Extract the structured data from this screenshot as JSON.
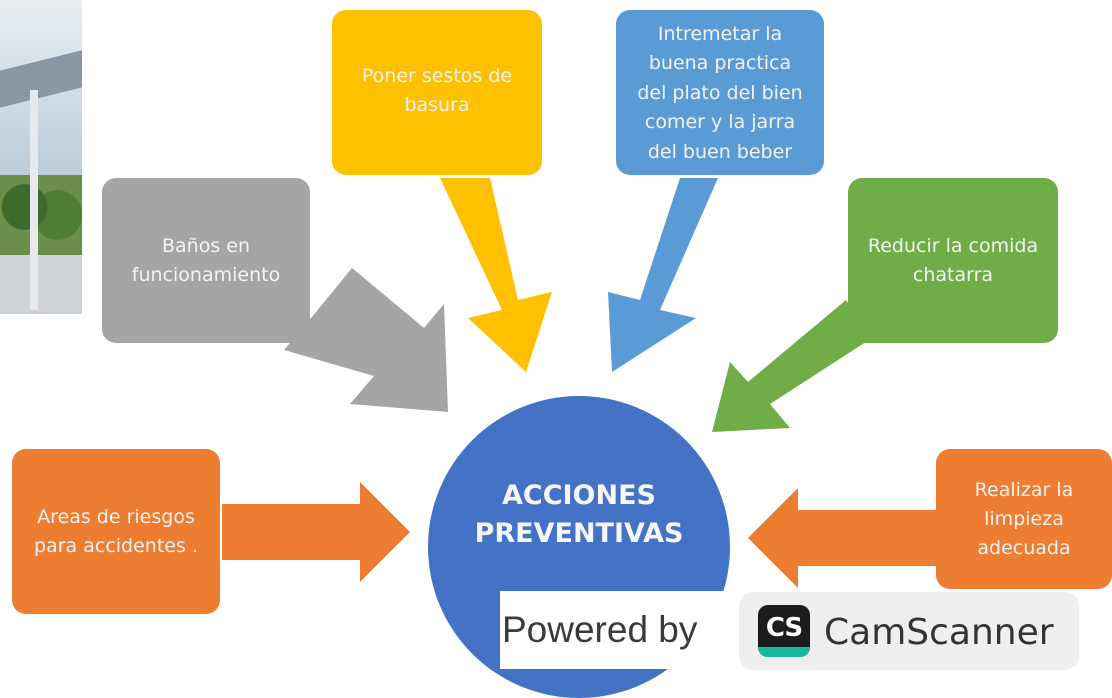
{
  "center": {
    "label": "ACCIONES\nPREVENTIVAS"
  },
  "boxes": {
    "banos": "Baños en\nfuncionamiento",
    "basura": "Poner sestos de\nbasura",
    "plato": "Intremetar la\nbuena practica\ndel plato del bien\ncomer y la  jarra\ndel buen beber",
    "chatarra": "Reducir la comida\nchatarra",
    "riesgos": "Areas de riesgos\npara accidentes .",
    "limpieza": "Realizar la\nlimpieza\nadecuada"
  },
  "watermark": {
    "powered_by": "Powered by",
    "logo": "CS",
    "brand": "CamScanner"
  },
  "colors": {
    "gray": "#a5a5a5",
    "yellow": "#ffc000",
    "blue": "#5b9bd5",
    "green": "#70ad47",
    "orange": "#ed7d31",
    "center": "#4472c4"
  }
}
